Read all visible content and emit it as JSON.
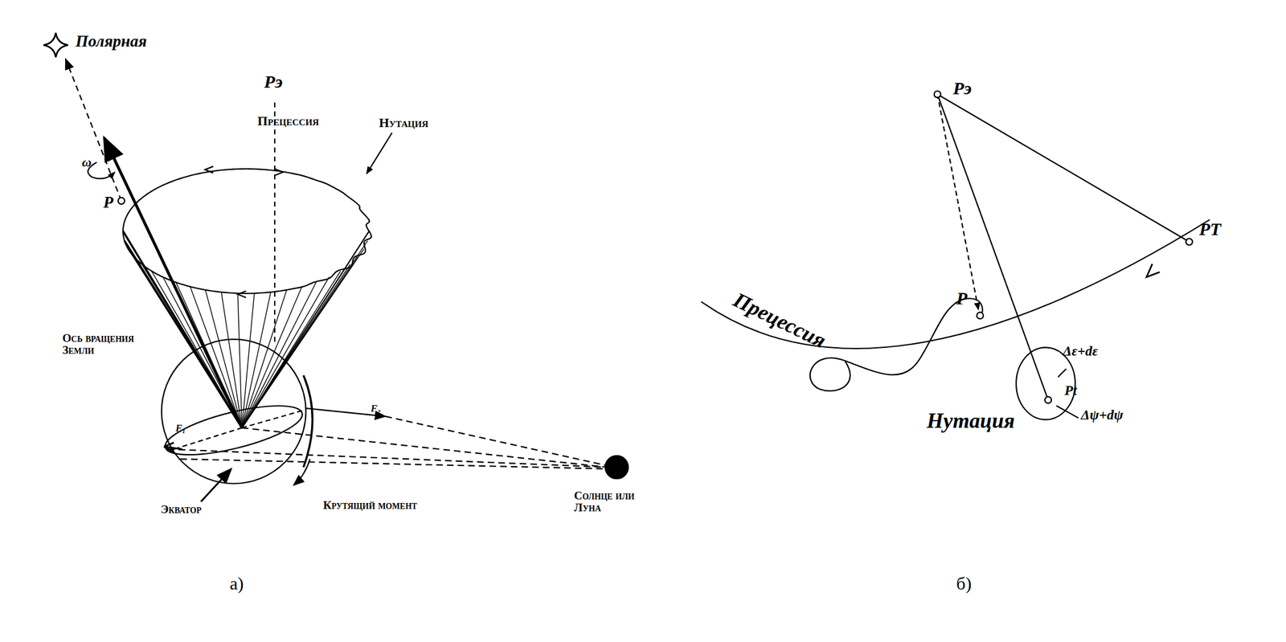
{
  "diagram": {
    "labels": [
      "Полярная",
      "Pэ",
      "Прецессия",
      "Нутация",
      "ω",
      "P",
      "Ось вращения Земли",
      "F₁",
      "F₂",
      "Экватор",
      "Крутящий момент",
      "Солнце или Луна",
      "а)",
      "Pэ",
      "Прецессия",
      "Нутация",
      "P",
      "PT",
      "Δε+dε",
      "Pt",
      "Δψ+dψ",
      "б)"
    ]
  }
}
